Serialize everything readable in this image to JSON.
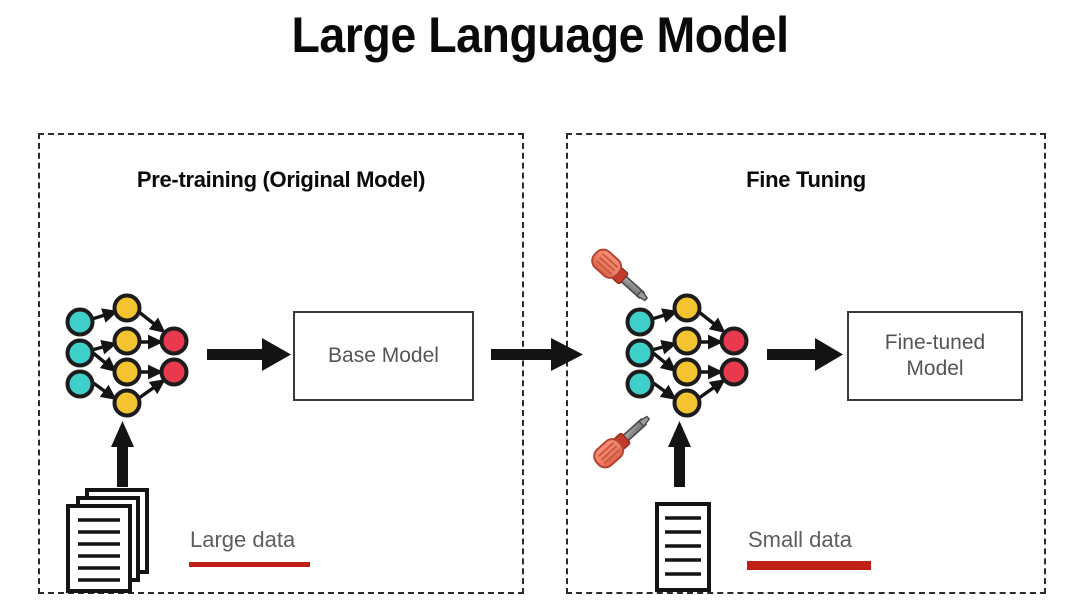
{
  "title": "Large Language Model",
  "panels": [
    {
      "id": "pretraining",
      "heading": "Pre-training (Original Model)",
      "model_box": "Base Model",
      "data_label": "Large data",
      "document_icon": "document-stack-icon",
      "document_count": 3,
      "tools": []
    },
    {
      "id": "finetuning",
      "heading": "Fine Tuning",
      "model_box_line1": "Fine-tuned",
      "model_box_line2": "Model",
      "data_label": "Small data",
      "document_icon": "single-document-icon",
      "document_count": 1,
      "tools": [
        "screwdriver-icon",
        "screwdriver-icon"
      ]
    }
  ],
  "network": {
    "layers": [
      {
        "name": "input-layer",
        "color": "#3fcfcb",
        "nodes": 3
      },
      {
        "name": "hidden-layer",
        "color": "#f4c430",
        "nodes": 4
      },
      {
        "name": "output-layer",
        "color": "#e8394f",
        "nodes": 2
      }
    ]
  },
  "colors": {
    "cyan_node": "#3fcfcb",
    "yellow_node": "#f4c430",
    "red_node": "#e8394f",
    "node_outline": "#1c1c1c",
    "arrow": "#141414",
    "panel_border": "#2b2b2b",
    "box_border": "#3a3a3a",
    "box_text": "#555555",
    "data_label_text": "#5d5d5d",
    "data_bar_red": "#bf2116",
    "screwdriver_handle": "#ee7f66",
    "screwdriver_handle_dark": "#c43a2c",
    "screwdriver_shaft": "#8d8d8d",
    "title_text": "#0a0a0a"
  },
  "flow": {
    "arrow_pretrain_to_base": "arrow-right-icon",
    "arrow_base_to_finetune": "arrow-right-icon",
    "arrow_finetune_to_model": "arrow-right-icon",
    "arrow_largedata_up": "arrow-up-icon",
    "arrow_smalldata_up": "arrow-up-icon"
  }
}
